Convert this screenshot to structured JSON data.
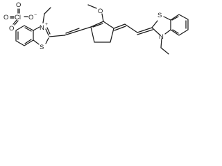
{
  "molecule": {
    "counterion": {
      "oxygen_top": "O",
      "chlorine": "Cl",
      "oxygen_left": "O",
      "oxygen_right": "O",
      "oxygen_bottom": "O",
      "charge": "−"
    },
    "benzothiazolium": {
      "nitrogen": "N",
      "charge": "+",
      "sulfur": "S"
    },
    "methoxy": {
      "label": "O"
    },
    "benzothiazoline": {
      "sulfur": "S",
      "nitrogen": "N"
    }
  }
}
